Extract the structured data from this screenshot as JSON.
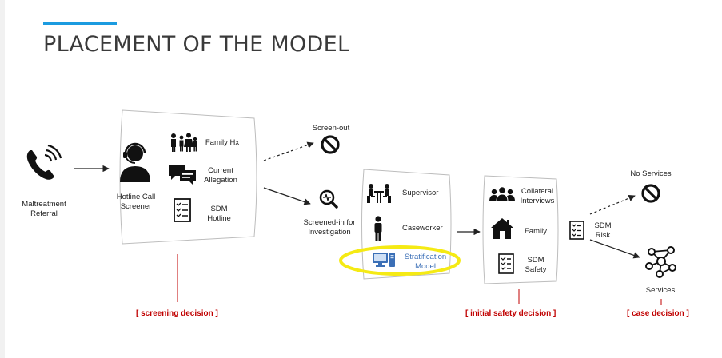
{
  "slide": {
    "title": "PLACEMENT OF THE MODEL",
    "accent_color": "#1b9be0"
  },
  "referral": {
    "label_line1": "Maltreatment",
    "label_line2": "Referral",
    "icon": "phone-icon"
  },
  "screener": {
    "label_line1": "Hotline Call",
    "label_line2": "Screener",
    "icon": "headset-person-icon",
    "items": [
      {
        "icon": "family-icon",
        "line1": "Family Hx",
        "line2": ""
      },
      {
        "icon": "chat-icon",
        "line1": "Current",
        "line2": "Allegation"
      },
      {
        "icon": "checklist-icon",
        "line1": "SDM",
        "line2": "Hotline"
      }
    ]
  },
  "screen_out": {
    "label": "Screen-out",
    "icon": "prohibited-icon"
  },
  "screened_in": {
    "line1": "Screened-in for",
    "line2": "Investigation",
    "icon": "magnifier-icon"
  },
  "investigation": {
    "items": [
      {
        "icon": "meeting-icon",
        "line1": "Supervisor",
        "line2": ""
      },
      {
        "icon": "person-icon",
        "line1": "Caseworker",
        "line2": ""
      },
      {
        "icon": "computer-icon",
        "line1": "Stratification",
        "line2": "Model"
      }
    ],
    "highlight_color": "#f5ea14",
    "model_text_color": "#3b6fb6"
  },
  "safety": {
    "items": [
      {
        "icon": "group-icon",
        "line1": "Collateral",
        "line2": "Interviews"
      },
      {
        "icon": "house-icon",
        "line1": "Family",
        "line2": ""
      },
      {
        "icon": "checklist-icon",
        "line1": "SDM",
        "line2": "Safety"
      }
    ]
  },
  "risk": {
    "line1": "SDM",
    "line2": "Risk",
    "icon": "checklist-icon"
  },
  "no_services": {
    "label": "No Services",
    "icon": "prohibited-icon"
  },
  "services": {
    "label": "Services",
    "icon": "network-icon"
  },
  "decisions": {
    "screening": "[ screening decision ]",
    "initial_safety": "[ initial safety decision ]",
    "case": "[ case decision ]",
    "color": "#c00000"
  }
}
